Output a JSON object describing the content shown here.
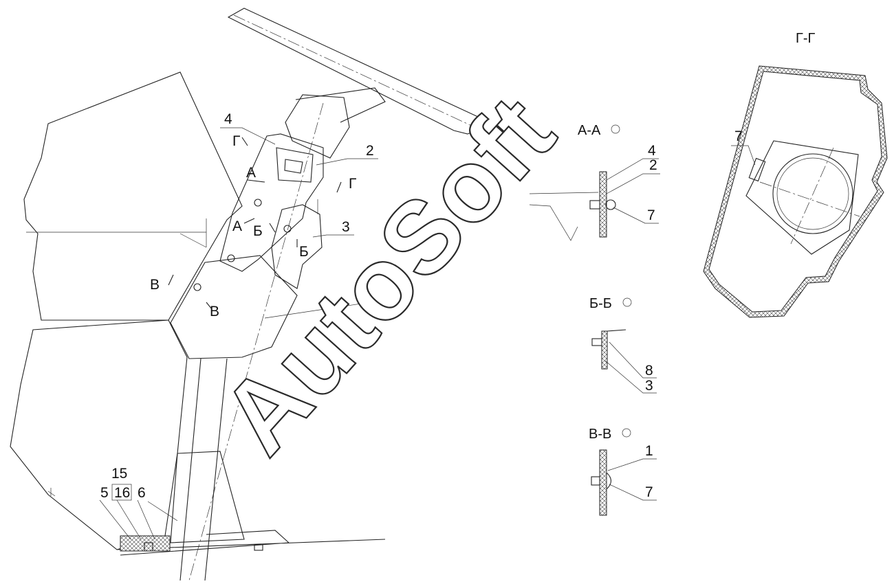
{
  "watermark": "AutoSoft",
  "corner_mark": "",
  "sections": {
    "aa": "А-А",
    "bb": "Б-Б",
    "vv": "В-В",
    "gg": "Г-Г"
  },
  "cut_marks": {
    "a": "А",
    "b": "Б",
    "v": "В",
    "g": "Г"
  },
  "callouts": {
    "p1": "1",
    "p2": "2",
    "p3": "3",
    "p4": "4",
    "p5": "5",
    "p6": "6",
    "p7": "7",
    "p8": "8",
    "p15": "15",
    "p16": "16"
  }
}
